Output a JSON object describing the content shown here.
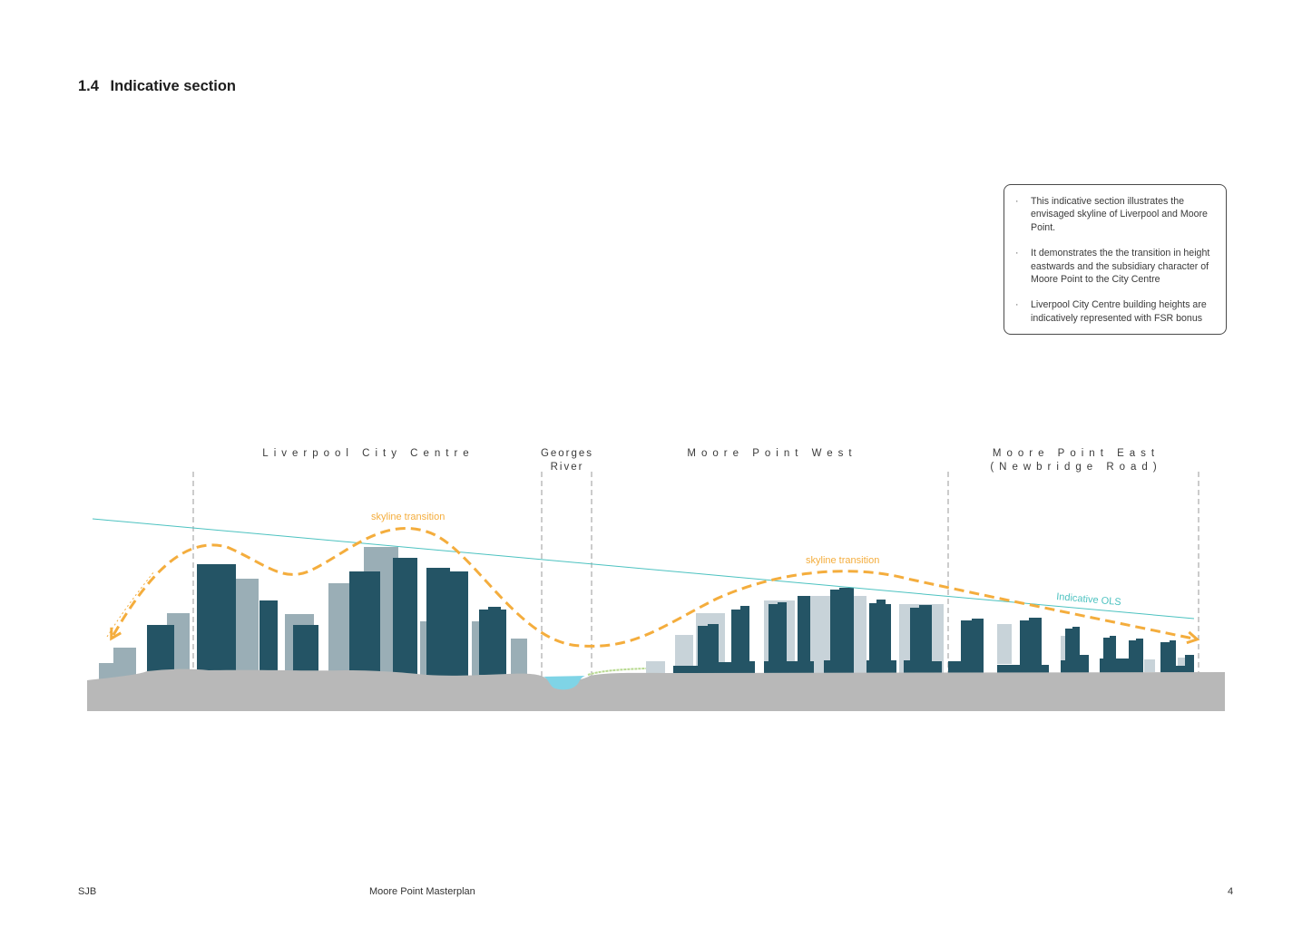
{
  "header": {
    "section_number": "1.4",
    "section_title": "Indicative section"
  },
  "notes": {
    "items": [
      "This indicative section illustrates the envisaged skyline of Liverpool and Moore Point.",
      "It demonstrates the the transition in height eastwards and the subsidiary character of Moore Point to the City Centre",
      "Liverpool City Centre building heights are indicatively represented with FSR bonus"
    ]
  },
  "diagram": {
    "zones": {
      "liverpool": "Liverpool City Centre",
      "georges_line1": "Georges",
      "georges_line2": "River",
      "mp_west": "Moore Point West",
      "mp_east_line1": "Moore Point East",
      "mp_east_line2": "(Newbridge Road)"
    },
    "annotations": {
      "skyline_transition_1": "skyline transition",
      "skyline_transition_2": "skyline transition",
      "ols": "Indicative OLS"
    },
    "colors": {
      "building_dark": "#245465",
      "building_mid": "#9aaeb6",
      "building_light": "#c8d3d9",
      "ground": "#b8b8b8",
      "river": "#7fd4e6",
      "skyline_arrow": "#f4ad3d",
      "ols_line": "#4cc2c0",
      "divider": "#9a9a9a"
    }
  },
  "footer": {
    "left": "SJB",
    "center": "Moore Point Masterplan",
    "page": "4"
  }
}
